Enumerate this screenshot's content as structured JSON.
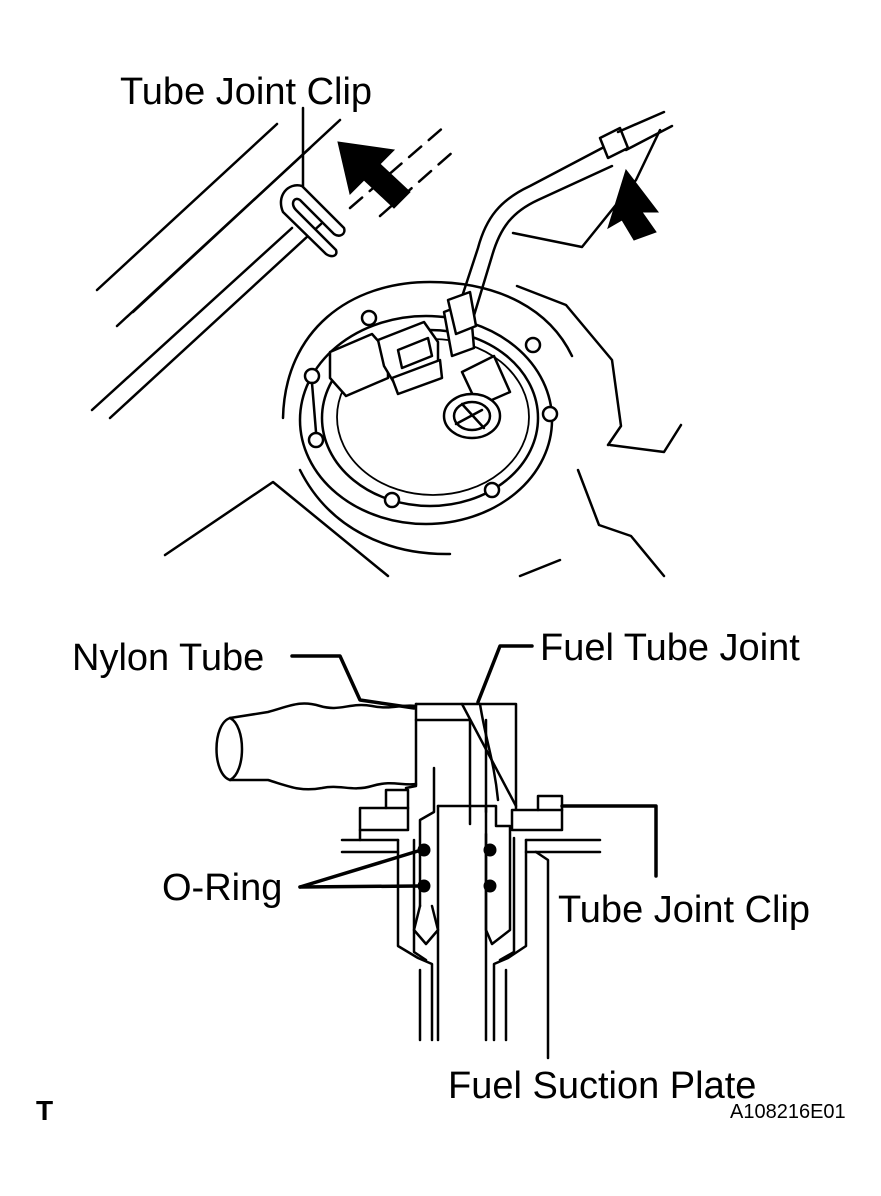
{
  "top_view": {
    "label_tube_joint_clip": "Tube Joint Clip"
  },
  "cross_section": {
    "label_nylon_tube": "Nylon Tube",
    "label_fuel_tube_joint": "Fuel Tube Joint",
    "label_o_ring": "O-Ring",
    "label_tube_joint_clip": "Tube Joint Clip",
    "label_fuel_suction_plate": "Fuel Suction Plate"
  },
  "footer": {
    "corner_mark": "T",
    "figure_code": "A108216E01"
  }
}
